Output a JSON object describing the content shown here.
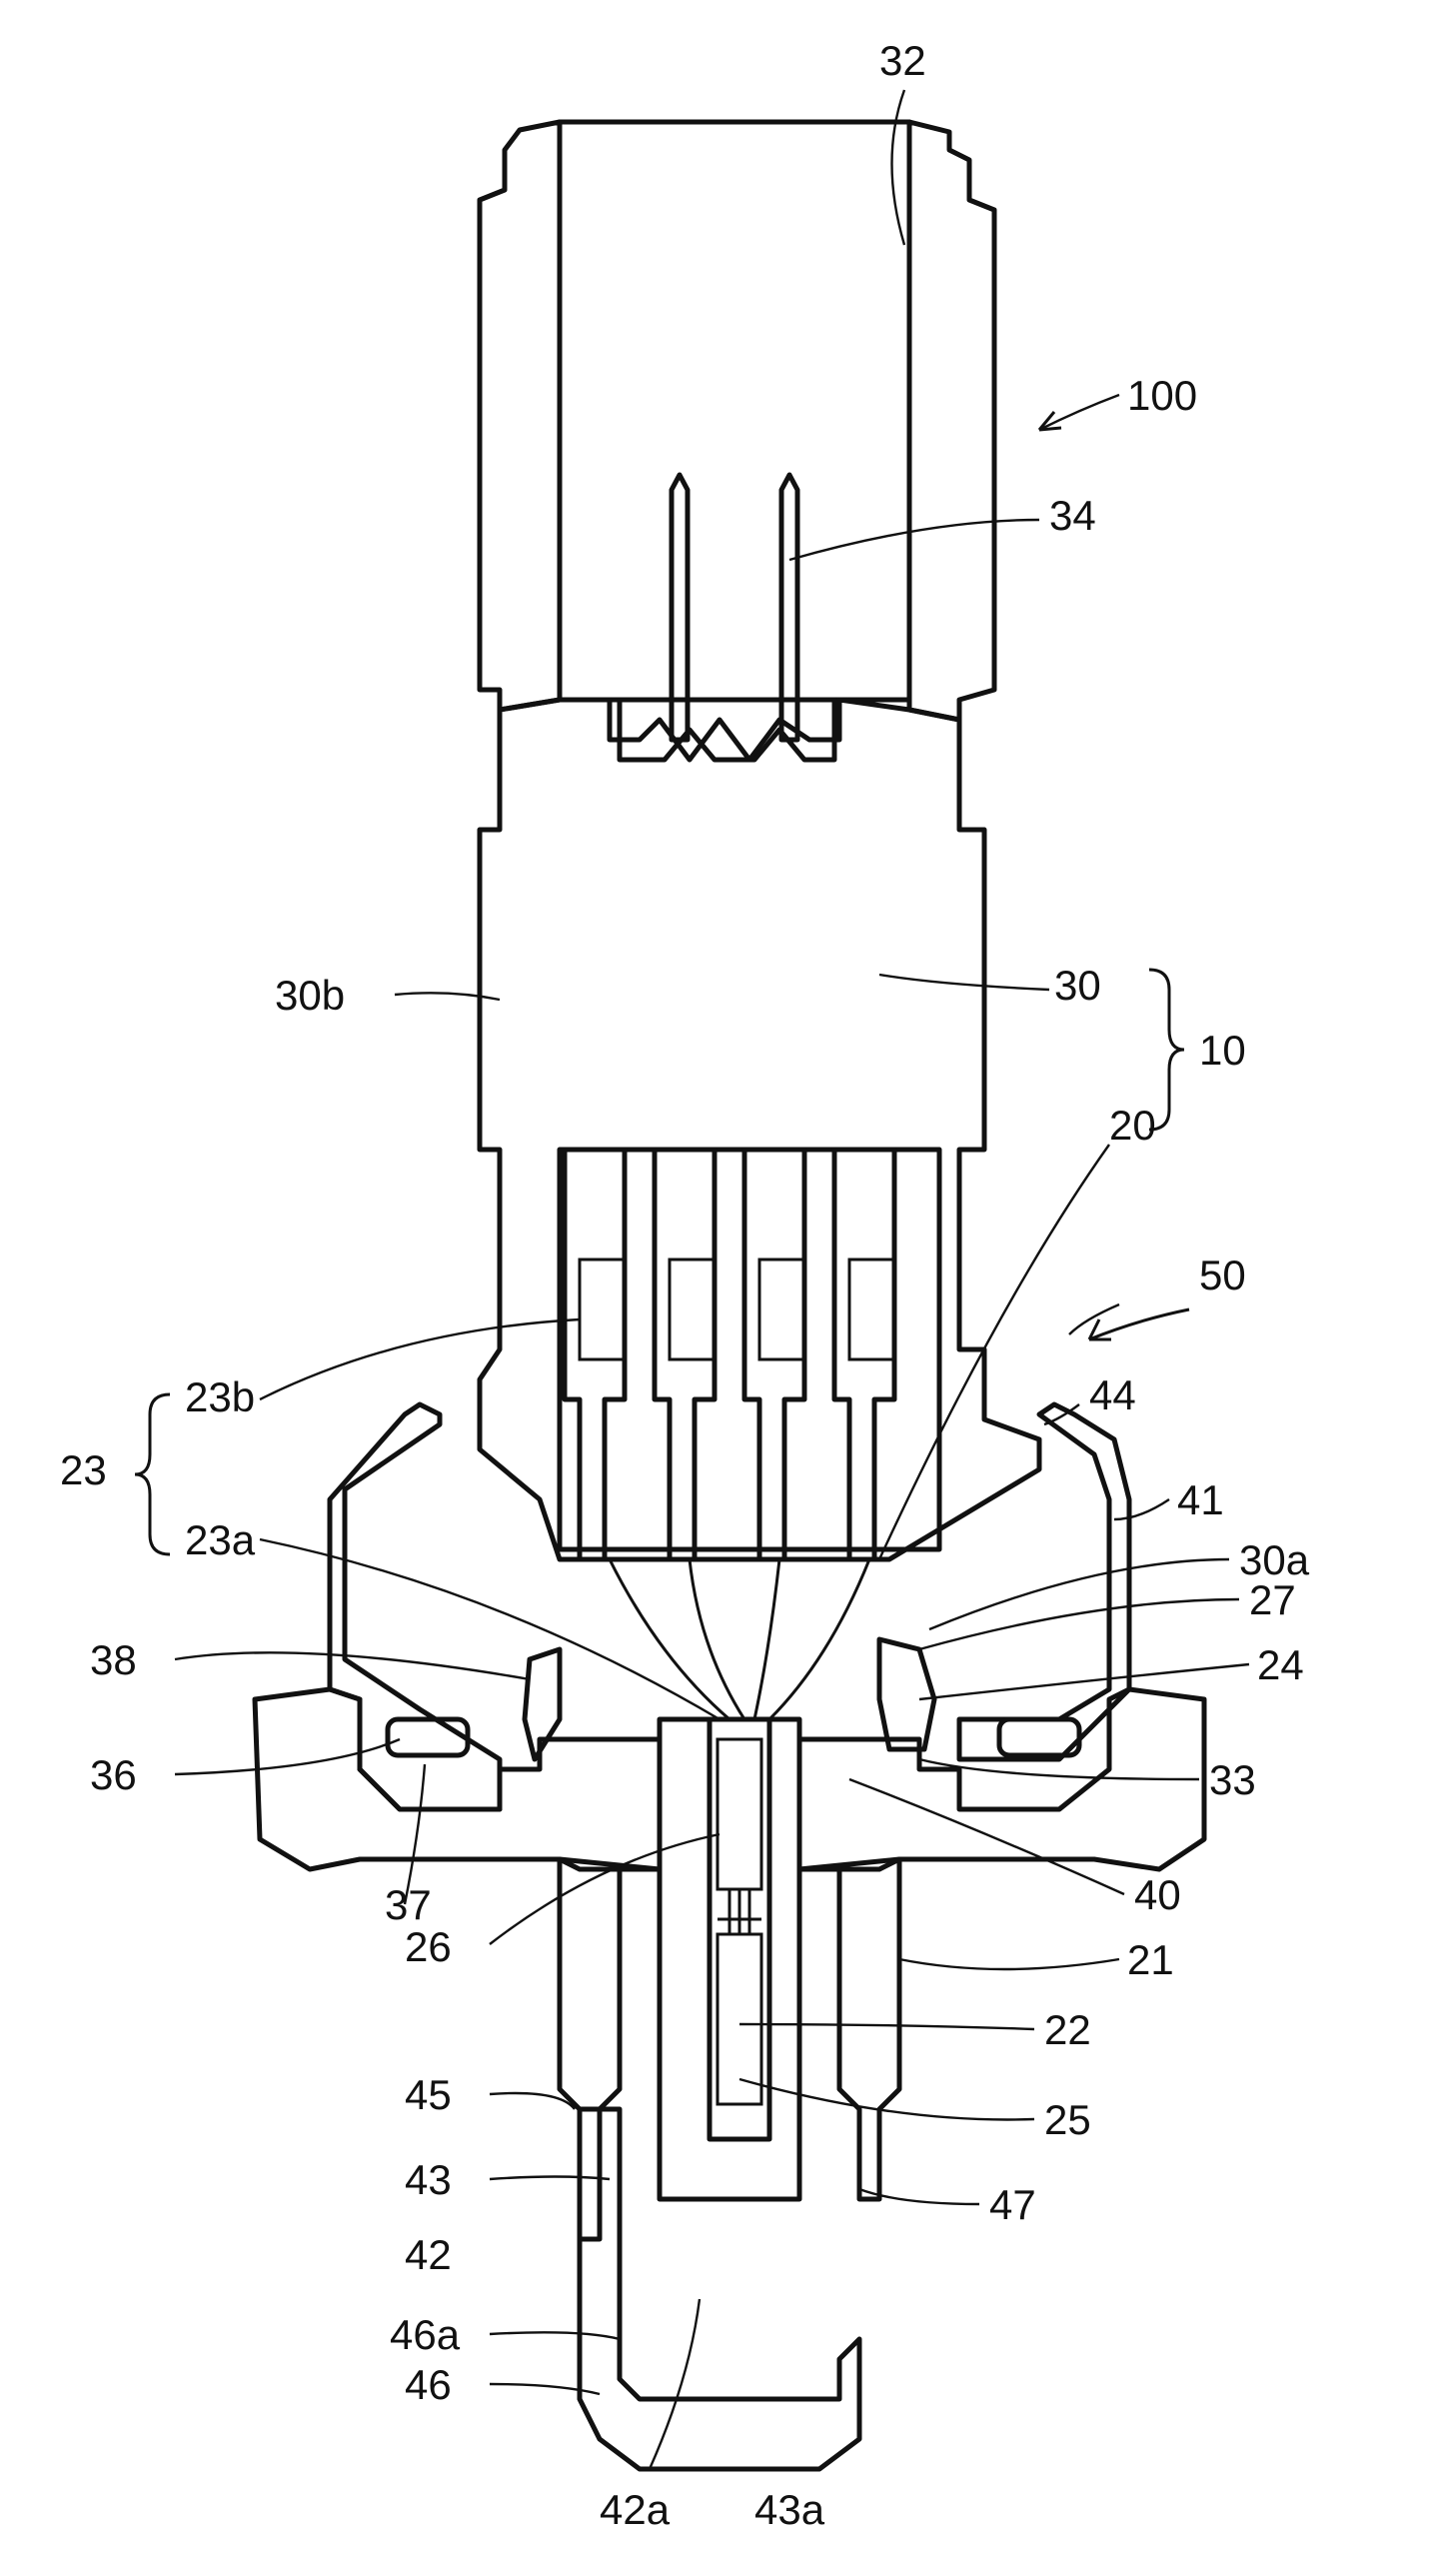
{
  "figure": {
    "description_visible": "cross-section drawing with numbered reference labels",
    "labels": {
      "l32": "32",
      "l100": "100",
      "l34": "34",
      "l30b": "30b",
      "l30": "30",
      "l10": "10",
      "l20": "20",
      "l50": "50",
      "l23b": "23b",
      "l44": "44",
      "l23": "23",
      "l41": "41",
      "l23a": "23a",
      "l30a": "30a",
      "l27": "27",
      "l38": "38",
      "l24": "24",
      "l36": "36",
      "l33": "33",
      "l40": "40",
      "l37": "37",
      "l21": "21",
      "l26": "26",
      "l22": "22",
      "l45": "45",
      "l25": "25",
      "l43": "43",
      "l47": "47",
      "l42": "42",
      "l46a": "46a",
      "l46": "46",
      "l42a": "42a",
      "l43a": "43a"
    }
  }
}
